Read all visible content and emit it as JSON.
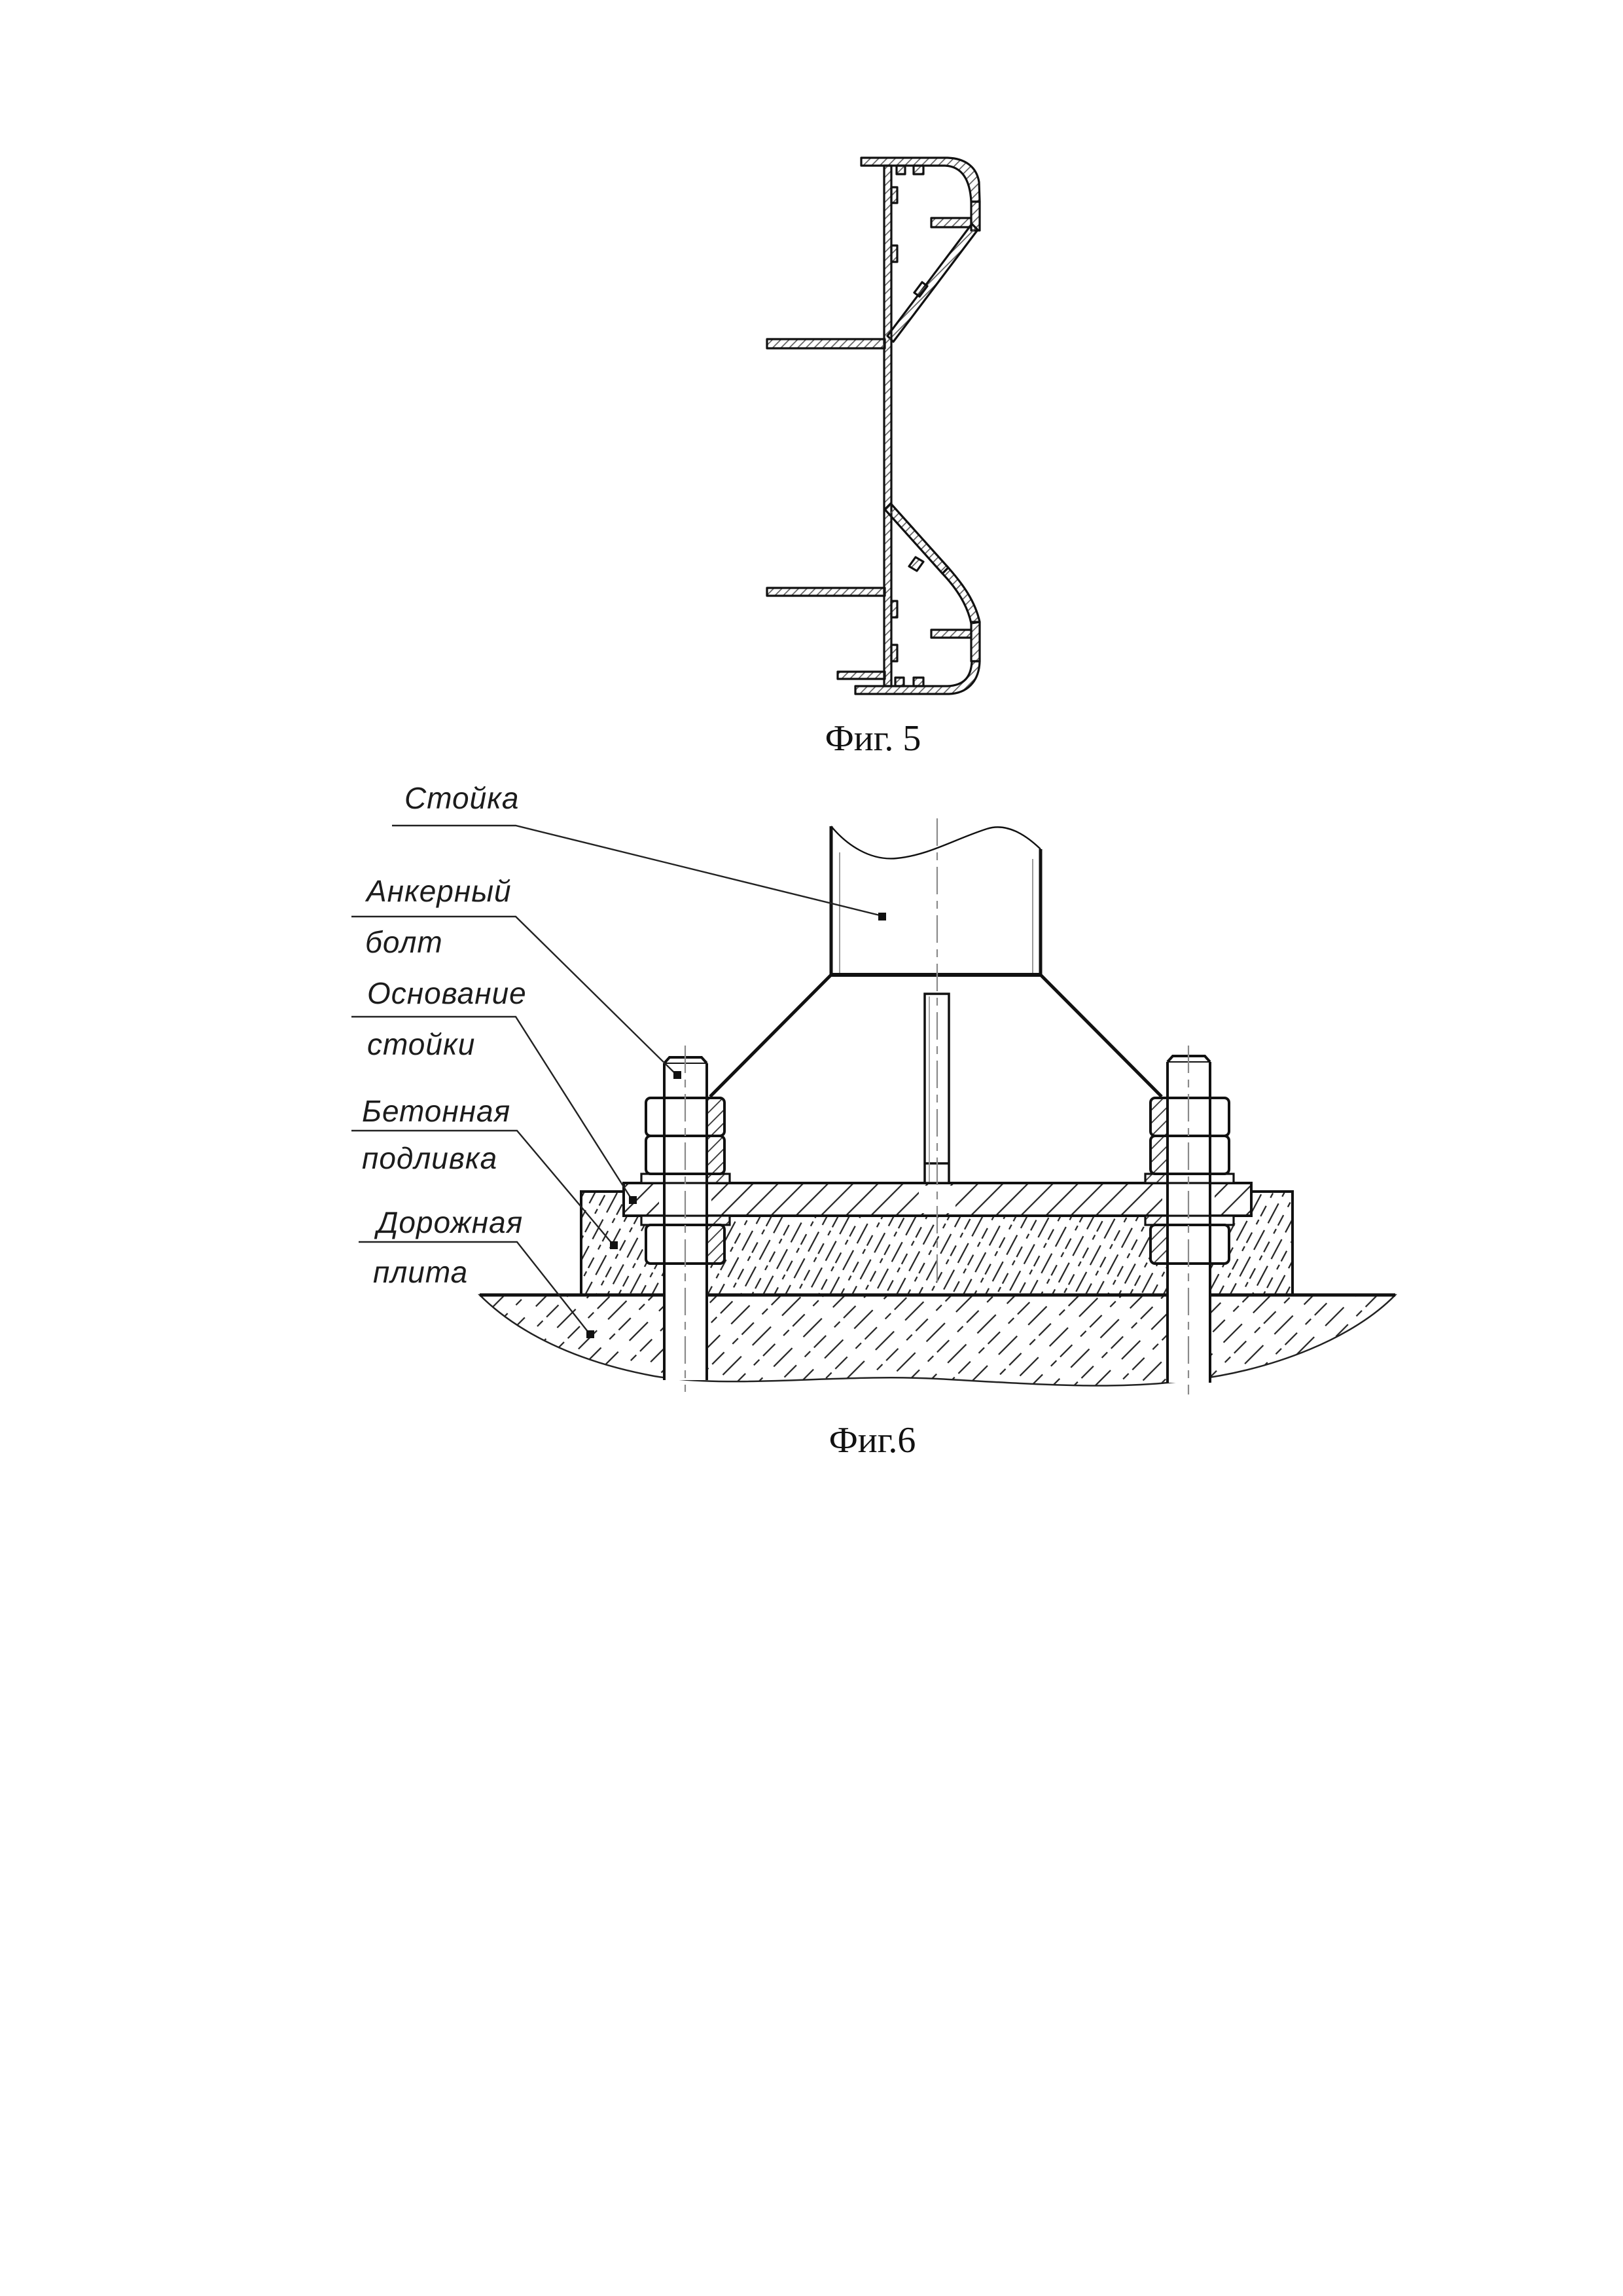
{
  "page": {
    "background_color": "#ffffff",
    "line_color": "#1a1a1a",
    "centerline_color": "#8a8a8a"
  },
  "fig5": {
    "caption": "Фиг. 5"
  },
  "fig6": {
    "caption": "Фиг.6",
    "labels": {
      "post": {
        "line1": "Стойка"
      },
      "anchor_bolt": {
        "line1": "Анкерный",
        "line2": "болт"
      },
      "post_base": {
        "line1": "Основание",
        "line2": "стойки"
      },
      "concrete_grout": {
        "line1": "Бетонная",
        "line2": "подливка"
      },
      "road_slab": {
        "line1": "Дорожная",
        "line2": "плита"
      }
    }
  }
}
